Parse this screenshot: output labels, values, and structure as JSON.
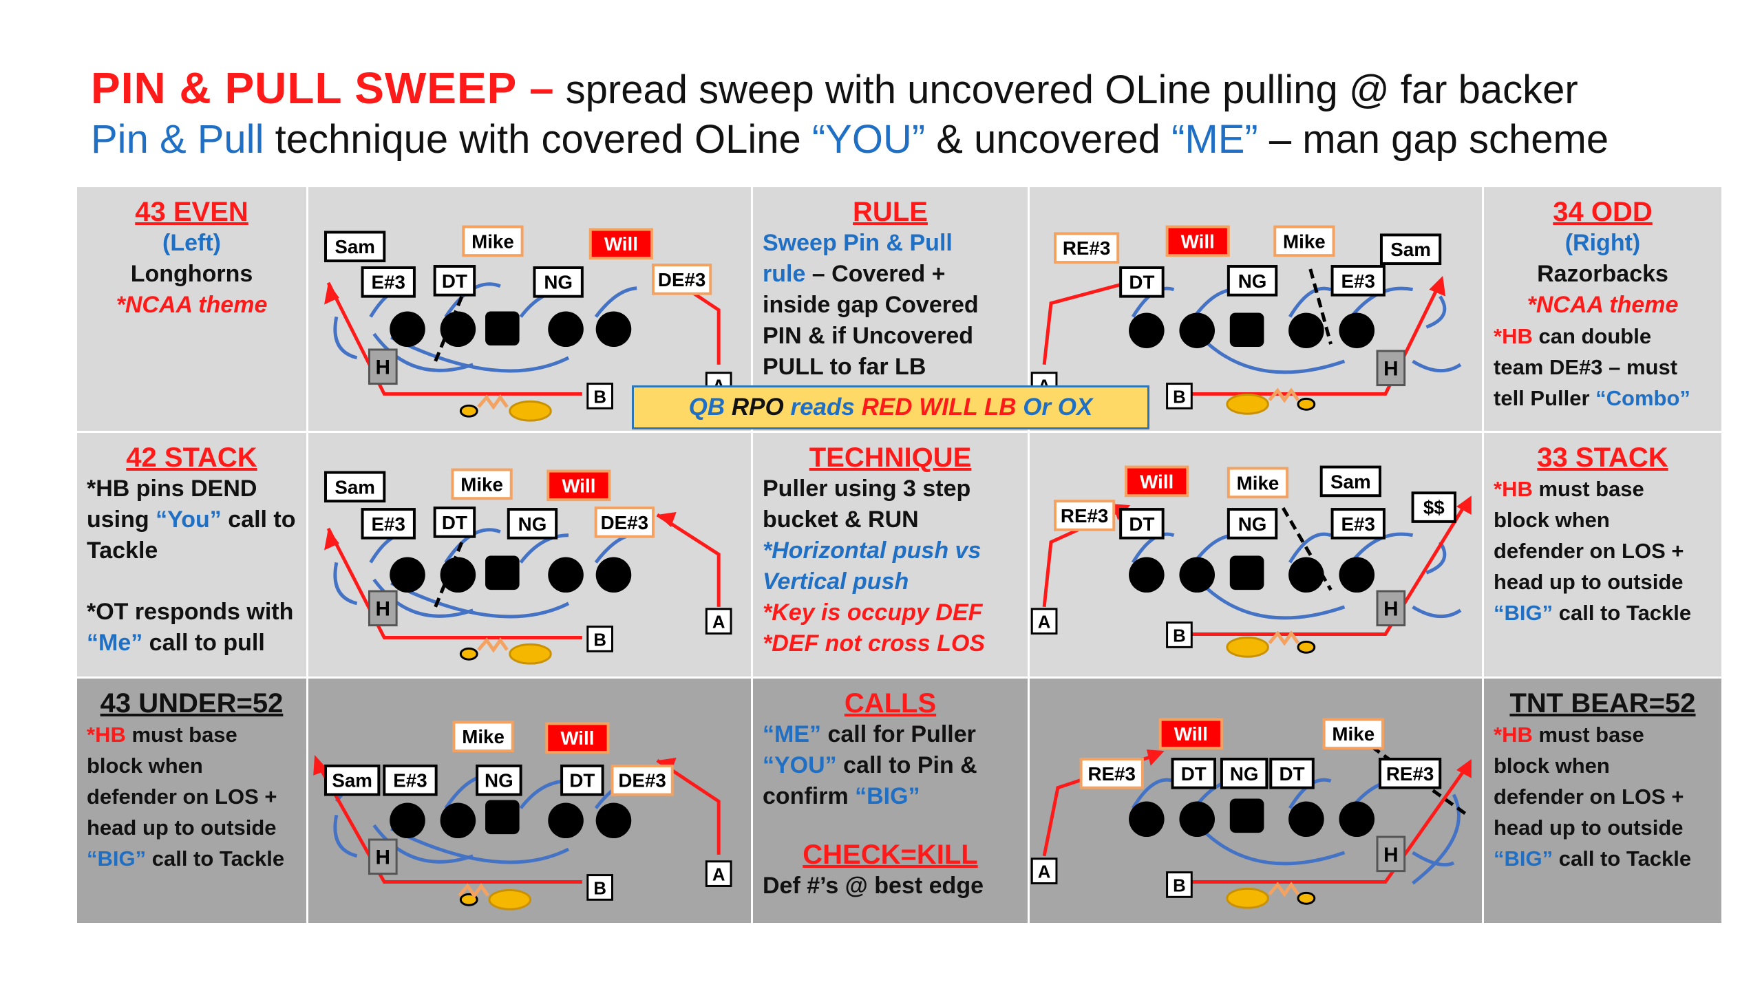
{
  "header": {
    "title_red": "PIN & PULL SWEEP –",
    "title_rest": " spread sweep with uncovered OLine pulling @ far backer",
    "sub_blue1": "Pin & Pull",
    "sub_mid1": " technique with covered OLine ",
    "sub_blue2": "“YOU”",
    "sub_mid2": " & uncovered ",
    "sub_blue3": "“ME”",
    "sub_end": " – man gap scheme"
  },
  "colors": {
    "red": "#ff1a1a",
    "blue": "#1f6fc5",
    "cell_light": "#d9d9d9",
    "cell_dark": "#a6a6a6",
    "rpo_fill": "#ffd966",
    "will_fill": "#ff0000",
    "label_border_orange": "#f4a261",
    "route_blue": "#4472c4",
    "back_fill": "#f5b700"
  },
  "cells": {
    "even43": {
      "title": "43 EVEN",
      "line1": "(Left)",
      "line2": "Longhorns",
      "line3": "*NCAA theme"
    },
    "rule": {
      "title": "RULE",
      "l1": "Sweep Pin & Pull",
      "l2a": "rule",
      "l2b": " – Covered +",
      "l3": "inside gap Covered",
      "l4": "PIN & if Uncovered",
      "l5": "PULL to far LB"
    },
    "odd34": {
      "title": "34 ODD",
      "line1": "(Right)",
      "line2": "Razorbacks",
      "line3": "*NCAA theme",
      "l4a": "*HB",
      "l4b": " can double",
      "l5": "team DE#3 – must",
      "l6a": "tell Puller ",
      "l6b": "“Combo”"
    },
    "stack42": {
      "title": "42 STACK",
      "l1": "*HB pins DEND",
      "l2a": "using ",
      "l2b": "“You”",
      "l2c": " call to",
      "l3": "Tackle",
      "l4": "*OT responds with",
      "l5a": "“Me”",
      "l5b": " call to pull"
    },
    "technique": {
      "title": "TECHNIQUE",
      "l1": "Puller using 3 step",
      "l2": "bucket & RUN",
      "l3": "*Horizontal push vs",
      "l4": "Vertical push",
      "l5": "*Key is occupy DEF",
      "l6": "*DEF not cross LOS"
    },
    "stack33": {
      "title": "33 STACK",
      "l1a": "*HB",
      "l1b": " must base",
      "l2": "block when",
      "l3": "defender on LOS +",
      "l4": "head up to outside",
      "l5a": "“BIG”",
      "l5b": " call to Tackle"
    },
    "under43": {
      "title": "43 UNDER=52",
      "l1a": "*HB",
      "l1b": " must base",
      "l2": "block when",
      "l3": "defender on LOS +",
      "l4": "head up to outside",
      "l5a": "“BIG”",
      "l5b": " call to Tackle"
    },
    "calls": {
      "title": "CALLS",
      "l1a": "“ME”",
      "l1b": " call for Puller",
      "l2a": "“YOU”",
      "l2b": " call to Pin &",
      "l3a": "confirm ",
      "l3b": "“BIG”",
      "title2": "CHECK=KILL",
      "l4": "Def #’s @ best edge"
    },
    "tntbear": {
      "title": "TNT BEAR=52",
      "l1a": "*HB",
      "l1b": " must base",
      "l2": "block when",
      "l3": "defender on LOS +",
      "l4": "head up to outside",
      "l5a": "“BIG”",
      "l5b": " call to Tackle"
    }
  },
  "rpo": {
    "p1": "QB ",
    "p2": "RPO",
    "p3": " reads ",
    "p4": "RED WILL LB",
    "p5": " Or OX"
  },
  "diagrams": {
    "d1": {
      "labels": [
        "Sam",
        "Mike",
        "Will",
        "E#3",
        "DT",
        "NG",
        "DE#3"
      ],
      "h": "H",
      "a": "A",
      "b": "B"
    },
    "d2": {
      "labels": [
        "RE#3",
        "Will",
        "Mike",
        "Sam",
        "DT",
        "NG",
        "E#3"
      ],
      "h": "H",
      "a": "A",
      "b": "B"
    },
    "d3": {
      "labels": [
        "Sam",
        "Mike",
        "Will",
        "E#3",
        "DT",
        "NG",
        "DE#3"
      ],
      "h": "H",
      "a": "A",
      "b": "B"
    },
    "d4": {
      "labels": [
        "Will",
        "Mike",
        "Sam",
        "RE#3",
        "DT",
        "NG",
        "E#3",
        "$$"
      ],
      "h": "H",
      "a": "A",
      "b": "B"
    },
    "d5": {
      "labels": [
        "Mike",
        "Will",
        "Sam",
        "E#3",
        "NG",
        "DT",
        "DE#3"
      ],
      "h": "H",
      "a": "A",
      "b": "B"
    },
    "d6": {
      "labels": [
        "Will",
        "Mike",
        "RE#3",
        "DT",
        "NG",
        "DT",
        "RE#3"
      ],
      "h": "H",
      "a": "A",
      "b": "B"
    }
  }
}
